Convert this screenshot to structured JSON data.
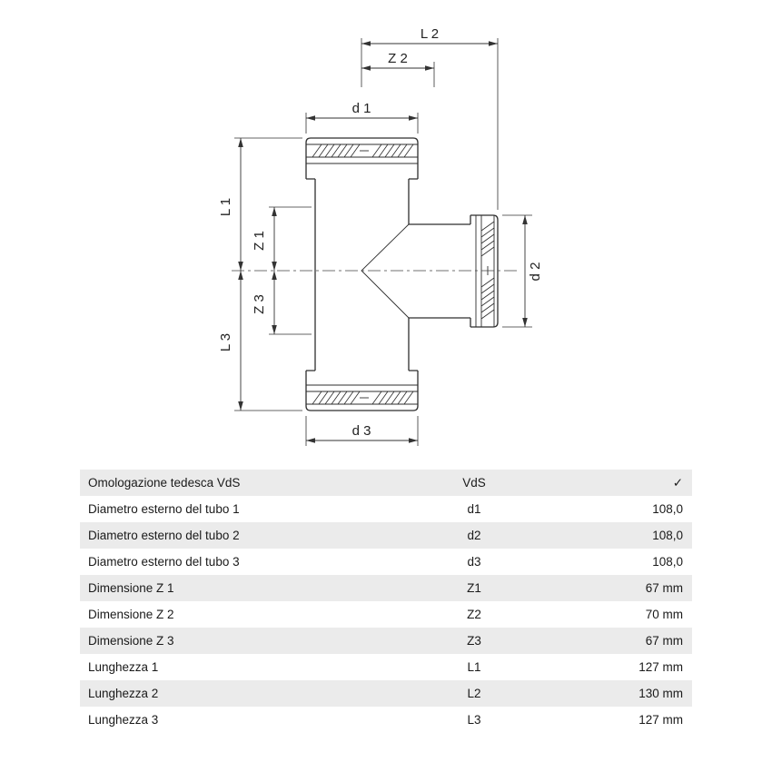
{
  "diagram": {
    "labels": {
      "l2": "L 2",
      "z2": "Z 2",
      "d1": "d 1",
      "l1": "L 1",
      "z1": "Z 1",
      "z3": "Z 3",
      "l3": "L 3",
      "d2": "d 2",
      "d3": "d 3"
    }
  },
  "colors": {
    "row_alt_bg": "#ebebeb",
    "line": "#2e2e2e"
  },
  "table": {
    "rows": [
      {
        "label": "Omologazione tedesca VdS",
        "symbol": "VdS",
        "value": "✓"
      },
      {
        "label": "Diametro esterno del tubo 1",
        "symbol": "d1",
        "value": "108,0"
      },
      {
        "label": "Diametro esterno del tubo 2",
        "symbol": "d2",
        "value": "108,0"
      },
      {
        "label": "Diametro esterno del tubo 3",
        "symbol": "d3",
        "value": "108,0"
      },
      {
        "label": "Dimensione Z 1",
        "symbol": "Z1",
        "value": "67 mm"
      },
      {
        "label": "Dimensione Z 2",
        "symbol": "Z2",
        "value": "70 mm"
      },
      {
        "label": "Dimensione Z 3",
        "symbol": "Z3",
        "value": "67 mm"
      },
      {
        "label": "Lunghezza 1",
        "symbol": "L1",
        "value": "127 mm"
      },
      {
        "label": "Lunghezza 2",
        "symbol": "L2",
        "value": "130 mm"
      },
      {
        "label": "Lunghezza 3",
        "symbol": "L3",
        "value": "127 mm"
      }
    ]
  }
}
